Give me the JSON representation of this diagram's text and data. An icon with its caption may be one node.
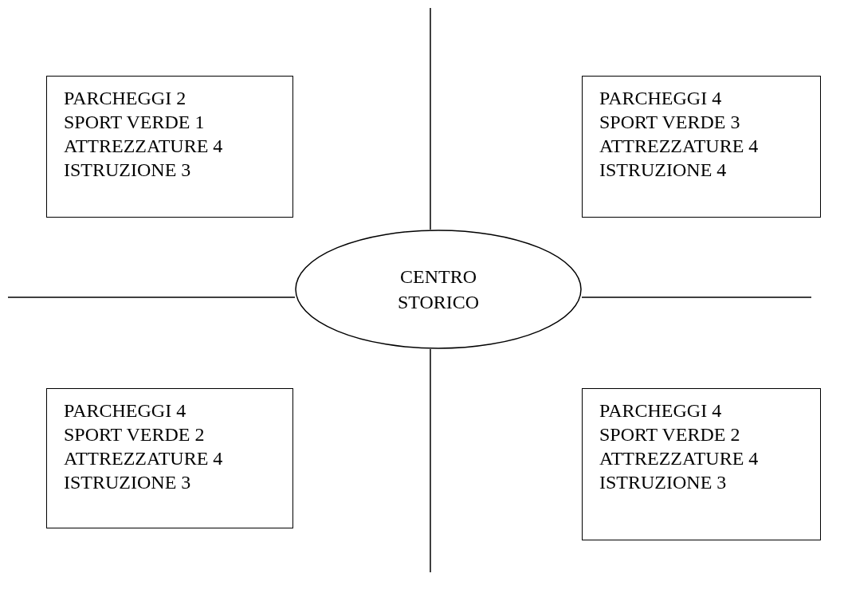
{
  "diagram": {
    "nodes": [
      {
        "text": [
          "PARCHEGGI 2",
          "SPORT VERDE 1",
          "ATTREZZATURE 4",
          "ISTRUZIONE 3"
        ]
      },
      {
        "text": [
          "PARCHEGGI 4",
          "SPORT VERDE 3",
          "ATTREZZATURE 4",
          "ISTRUZIONE 4"
        ]
      },
      {
        "text": [
          "CENTRO STORICO"
        ]
      },
      {
        "text": [
          "PARCHEGGI 4",
          "SPORT VERDE 2",
          "ATTREZZATURE 4",
          "ISTRUZIONE 3"
        ]
      },
      {
        "text": [
          "PARCHEGGI 4",
          "SPORT VERDE 2",
          "ATTREZZATURE 4",
          "ISTRUZIONE 3"
        ]
      }
    ]
  }
}
